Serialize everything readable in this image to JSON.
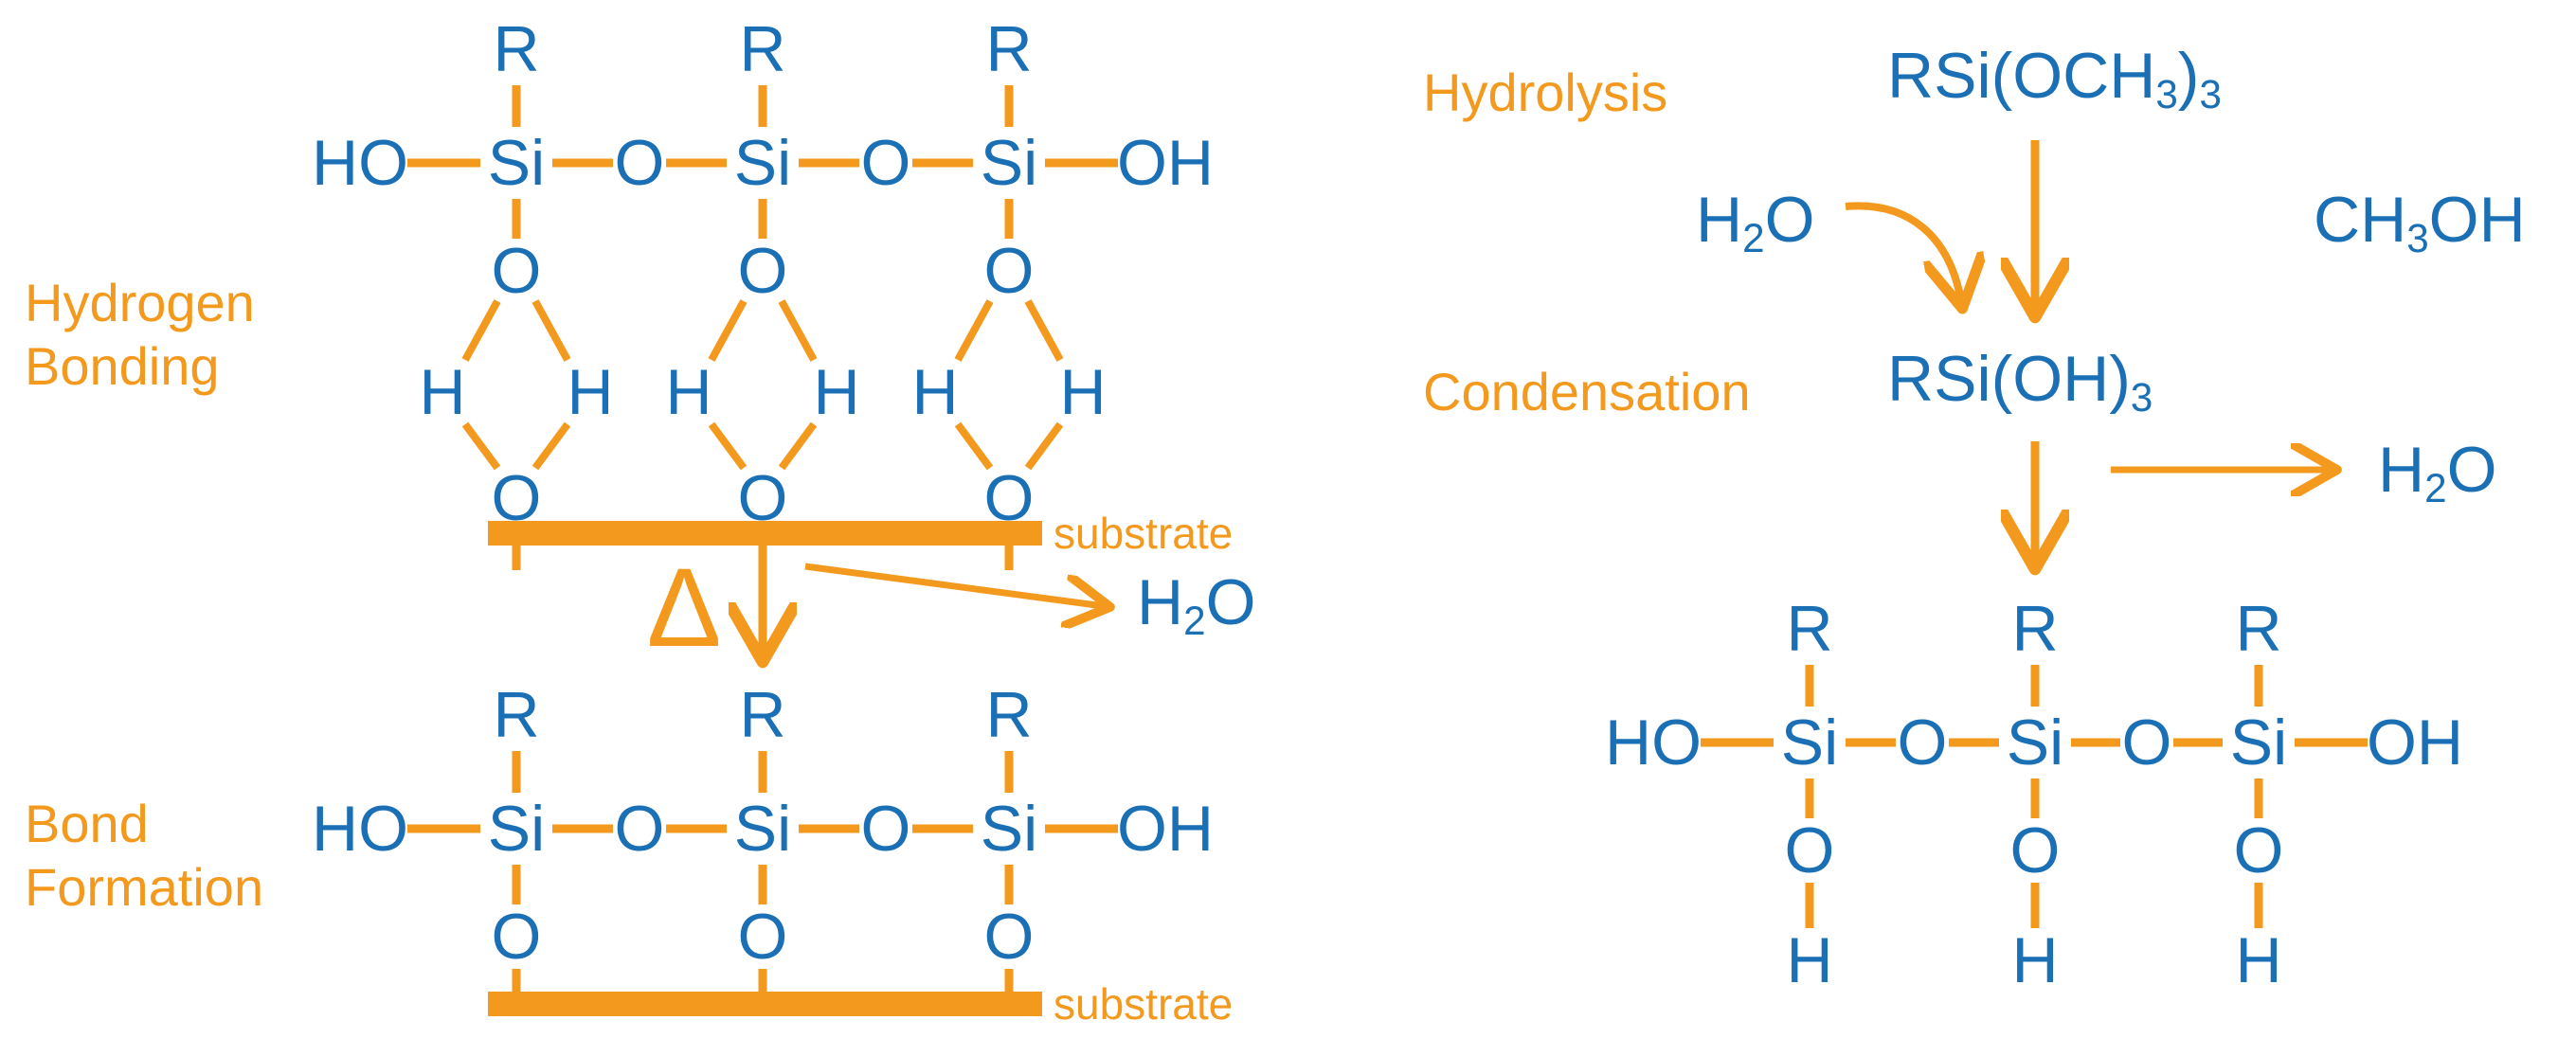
{
  "colors": {
    "atom": "#1a6fb5",
    "bond": "#f39a1e",
    "label": "#f39a1e"
  },
  "labels": {
    "hydrogen_bonding": [
      "Hydrogen",
      "Bonding"
    ],
    "bond_formation": [
      "Bond",
      "Formation"
    ],
    "hydrolysis": "Hydrolysis",
    "condensation": "Condensation",
    "substrate": "substrate",
    "delta": "Δ"
  },
  "atoms": {
    "R": "R",
    "Si": "Si",
    "O": "O",
    "H": "H",
    "HO": "HO",
    "OH": "OH"
  },
  "formulas": {
    "trimethoxysilane": {
      "base": "RSi(OCH",
      "sub": "3",
      "mid": ")",
      "sub2": "3"
    },
    "silanetriol": {
      "base": "RSi(OH)",
      "sub": "3"
    },
    "water": {
      "pre": "H",
      "sub": "2",
      "post": "O"
    },
    "methanol": {
      "pre": "CH",
      "sub": "3",
      "post": "OH"
    }
  }
}
